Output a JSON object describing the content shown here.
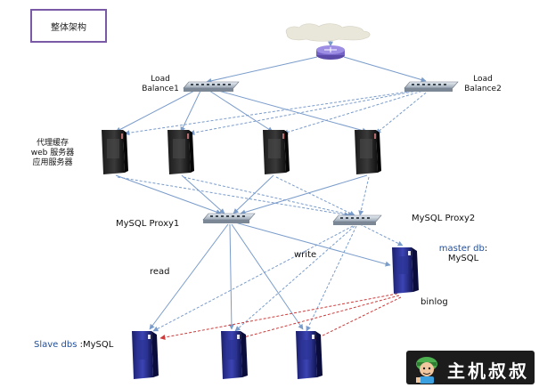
{
  "title": "整体架构",
  "nodes": {
    "lb1": "Load\nBalance1",
    "lb2": "Load\nBalance2",
    "web_tier": "代理缓存\nweb 服务器\n应用服务器",
    "proxy1": "MySQL Proxy1",
    "proxy2": "MySQL Proxy2",
    "master_name": "master db",
    "master_suffix": ":",
    "master_type": "MySQL",
    "slave_name": "Slave dbs",
    "slave_type": ":MySQL"
  },
  "edge_labels": {
    "read": "read",
    "write": "write",
    "binlog": "binlog"
  },
  "colors": {
    "link": "#7a9ccb",
    "binlog": "#cc3a3a",
    "frame": "#7a5aa6",
    "label_blue": "#1f4e9a"
  },
  "watermark": {
    "text": "主机叔叔",
    "icon": "mascot-icon"
  }
}
